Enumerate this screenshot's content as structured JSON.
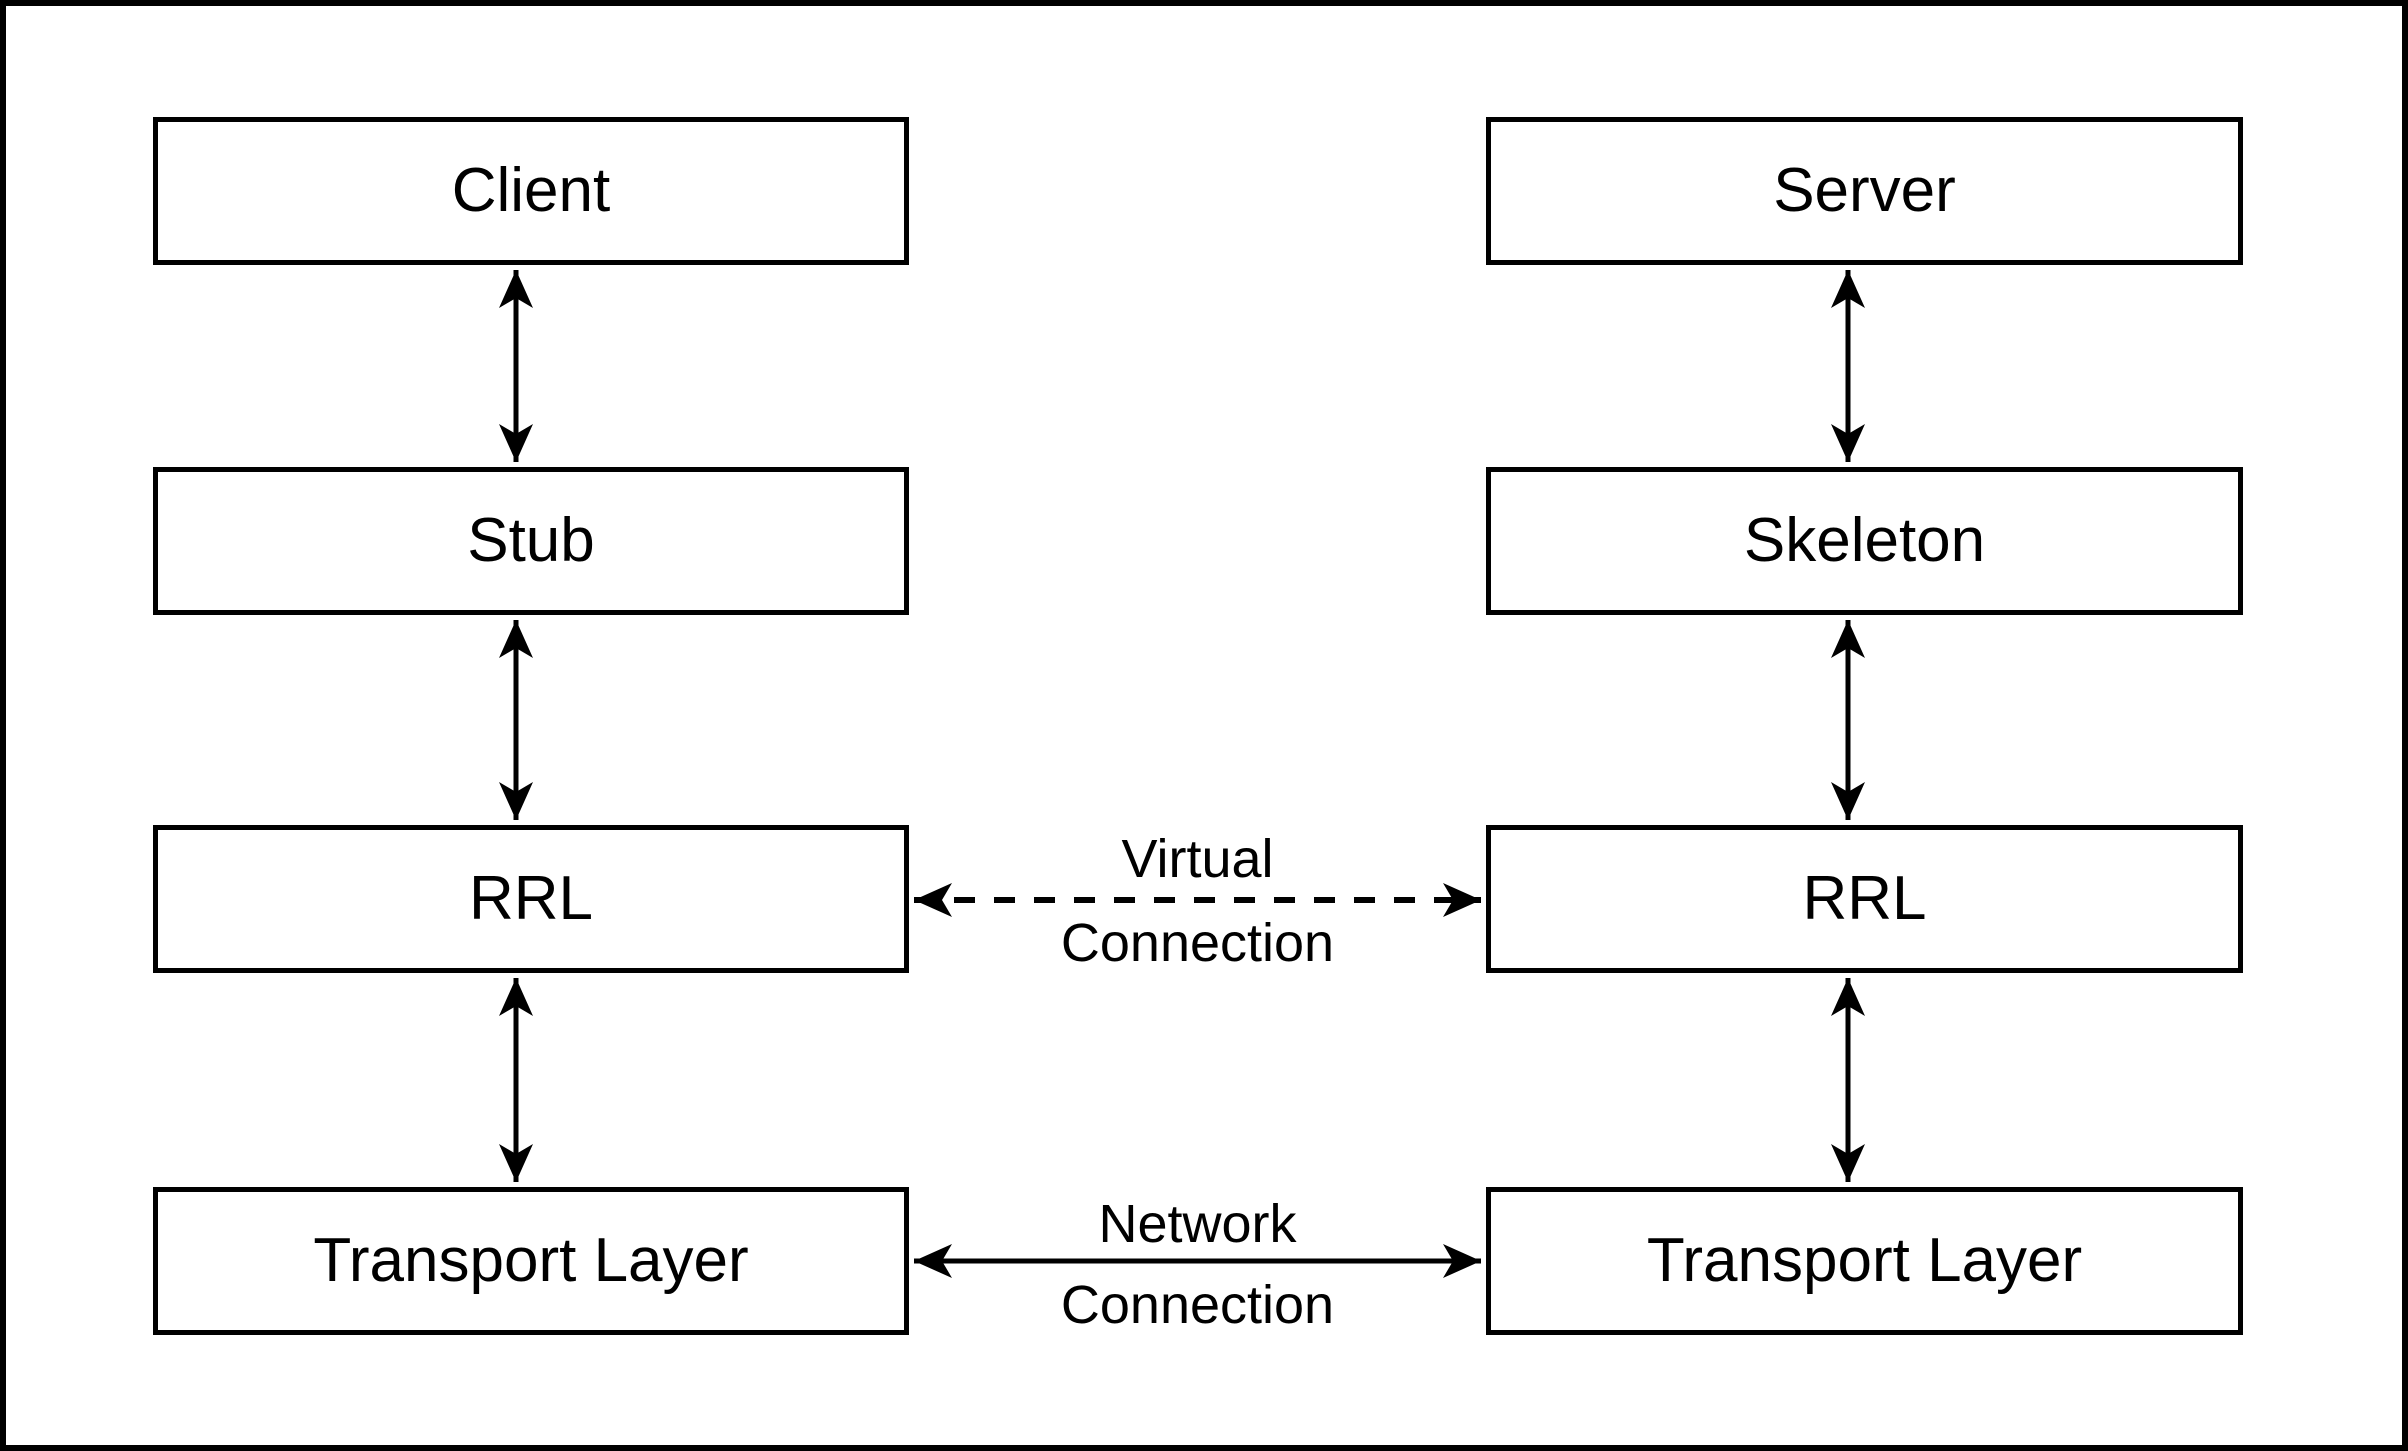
{
  "diagram": {
    "columns": {
      "left": {
        "boxes": [
          {
            "label": "Client"
          },
          {
            "label": "Stub"
          },
          {
            "label": "RRL"
          },
          {
            "label": "Transport Layer"
          }
        ]
      },
      "right": {
        "boxes": [
          {
            "label": "Server"
          },
          {
            "label": "Skeleton"
          },
          {
            "label": "RRL"
          },
          {
            "label": "Transport Layer"
          }
        ]
      }
    },
    "connections": {
      "virtual": {
        "label_line1": "Virtual",
        "label_line2": "Connection",
        "style": "dashed",
        "between": "RRL ↔ RRL"
      },
      "network": {
        "label_line1": "Network",
        "label_line2": "Connection",
        "style": "solid",
        "between": "Transport Layer ↔ Transport Layer"
      }
    },
    "colors": {
      "stroke": "#000000",
      "background": "#ffffff"
    }
  }
}
